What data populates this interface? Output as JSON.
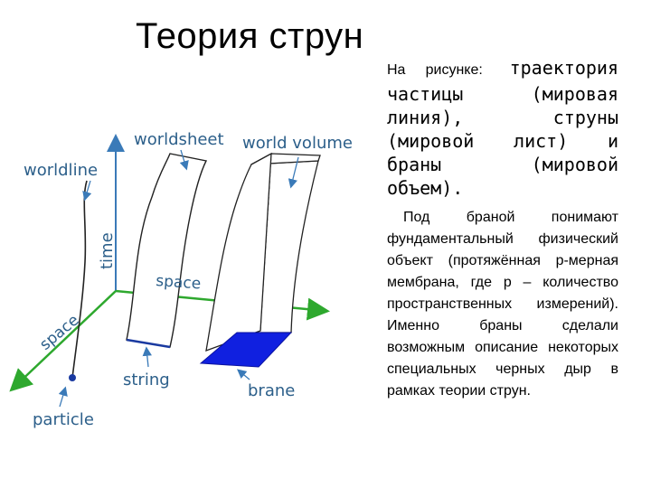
{
  "title": "Теория струн",
  "paragraph1": {
    "lead": "На рисунке:",
    "text": "траектория частицы (мировая линия), струны (мировой лист) и браны (мировой объем)."
  },
  "paragraph2": {
    "before": "Под ",
    "emphasis": "браной",
    "after": " понимают фундаментальный физический объект (протяжённая р-мерная мембрана, где р – количество пространственных измерений). Именно браны сделали возможным описание некоторых специальных черных дыр в рамках теории струн."
  },
  "diagram": {
    "labels": {
      "worldline": "worldline",
      "worldsheet": "worldsheet",
      "world_volume": "world volume",
      "time": "time",
      "space_horizontal": "space",
      "space_diagonal": "space",
      "string": "string",
      "brane": "brane",
      "particle": "particle"
    },
    "colors": {
      "axis_green": "#2ea82e",
      "time_axis": "#3a7ab8",
      "label_blue": "#2c5f8a",
      "brane_fill": "#1020e0"
    }
  }
}
